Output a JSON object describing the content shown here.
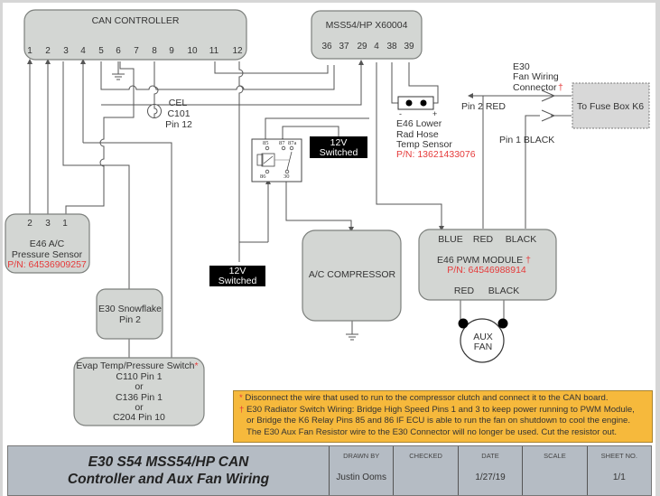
{
  "can_controller": {
    "title": "CAN CONTROLLER",
    "pins": [
      "1",
      "2",
      "3",
      "4",
      "5",
      "6",
      "7",
      "8",
      "9",
      "10",
      "11",
      "12"
    ]
  },
  "mss54": {
    "title": "MSS54/HP X60004",
    "pins": [
      "36",
      "37",
      "29",
      "4",
      "38",
      "39"
    ]
  },
  "cel": {
    "line1": "CEL",
    "line2": "C101",
    "line3": "Pin 12"
  },
  "temp_sensor": {
    "minus": "-",
    "plus": "+",
    "line1": "E46 Lower",
    "line2": "Rad Hose",
    "line3": "Temp Sensor",
    "part_number": "P/N: 13621433076"
  },
  "fan_connector": {
    "line1": "E30",
    "line2": "Fan Wiring",
    "line3": "Connector",
    "marker": "†",
    "pin2": "Pin 2 RED",
    "pin1": "Pin 1 BLACK"
  },
  "fuse_box": {
    "label": "To Fuse Box K6"
  },
  "relay": {
    "pins": [
      "85",
      "87",
      "87a",
      "86",
      "30"
    ]
  },
  "switched_12v_top": {
    "line1": "12V",
    "line2": "Switched"
  },
  "switched_12v_bottom": {
    "line1": "12V",
    "line2": "Switched"
  },
  "ac_sensor": {
    "pins": [
      "2",
      "3",
      "1"
    ],
    "line1": "E46 A/C",
    "line2": "Pressure Sensor",
    "part_number": "P/N: 64536909257"
  },
  "snowflake": {
    "line1": "E30 Snowflake",
    "line2": "Pin 2"
  },
  "evap_switch": {
    "title": "Evap Temp/Pressure Switch",
    "marker": "*",
    "lines": [
      "C110 Pin 1",
      "or",
      "C136 Pin 1",
      "or",
      "C204 Pin 10"
    ]
  },
  "compressor": {
    "label": "A/C COMPRESSOR"
  },
  "pwm_module": {
    "top_pins": [
      "BLUE",
      "RED",
      "BLACK"
    ],
    "title": "E46 PWM MODULE",
    "marker": "†",
    "part_number": "P/N: 64546988914",
    "bottom_pins": [
      "RED",
      "BLACK"
    ]
  },
  "aux_fan": {
    "line1": "AUX",
    "line2": "FAN"
  },
  "notes": [
    {
      "symbol": "*",
      "text": "Disconnect the wire that used to run to the compressor clutch and connect it to the CAN board."
    },
    {
      "symbol": "†",
      "text": "E30 Radiator Switch Wiring: Bridge High Speed Pins 1 and 3 to keep power running to PWM Module,"
    },
    {
      "symbol": "",
      "text": "or Bridge the K6 Relay Pins 85 and 86 IF ECU is able to run the fan on shutdown to cool the engine."
    },
    {
      "symbol": "",
      "text": "The E30 Aux Fan Resistor wire to the E30 Connector will no longer be used. Cut the resistor out."
    }
  ],
  "title_block": {
    "title_line1": "E30 S54 MSS54/HP CAN",
    "title_line2": "Controller and Aux Fan Wiring",
    "columns": [
      {
        "header": "DRAWN BY",
        "value": "Justin Ooms"
      },
      {
        "header": "CHECKED",
        "value": ""
      },
      {
        "header": "DATE",
        "value": "1/27/19"
      },
      {
        "header": "SCALE",
        "value": ""
      },
      {
        "header": "SHEET NO.",
        "value": "1/1"
      }
    ]
  },
  "colors": {
    "box_fill": "#d3d6d3",
    "part_number_red": "#e53a3a",
    "note_bg": "#f6b93c",
    "title_block_bg": "#b5bcc4"
  }
}
